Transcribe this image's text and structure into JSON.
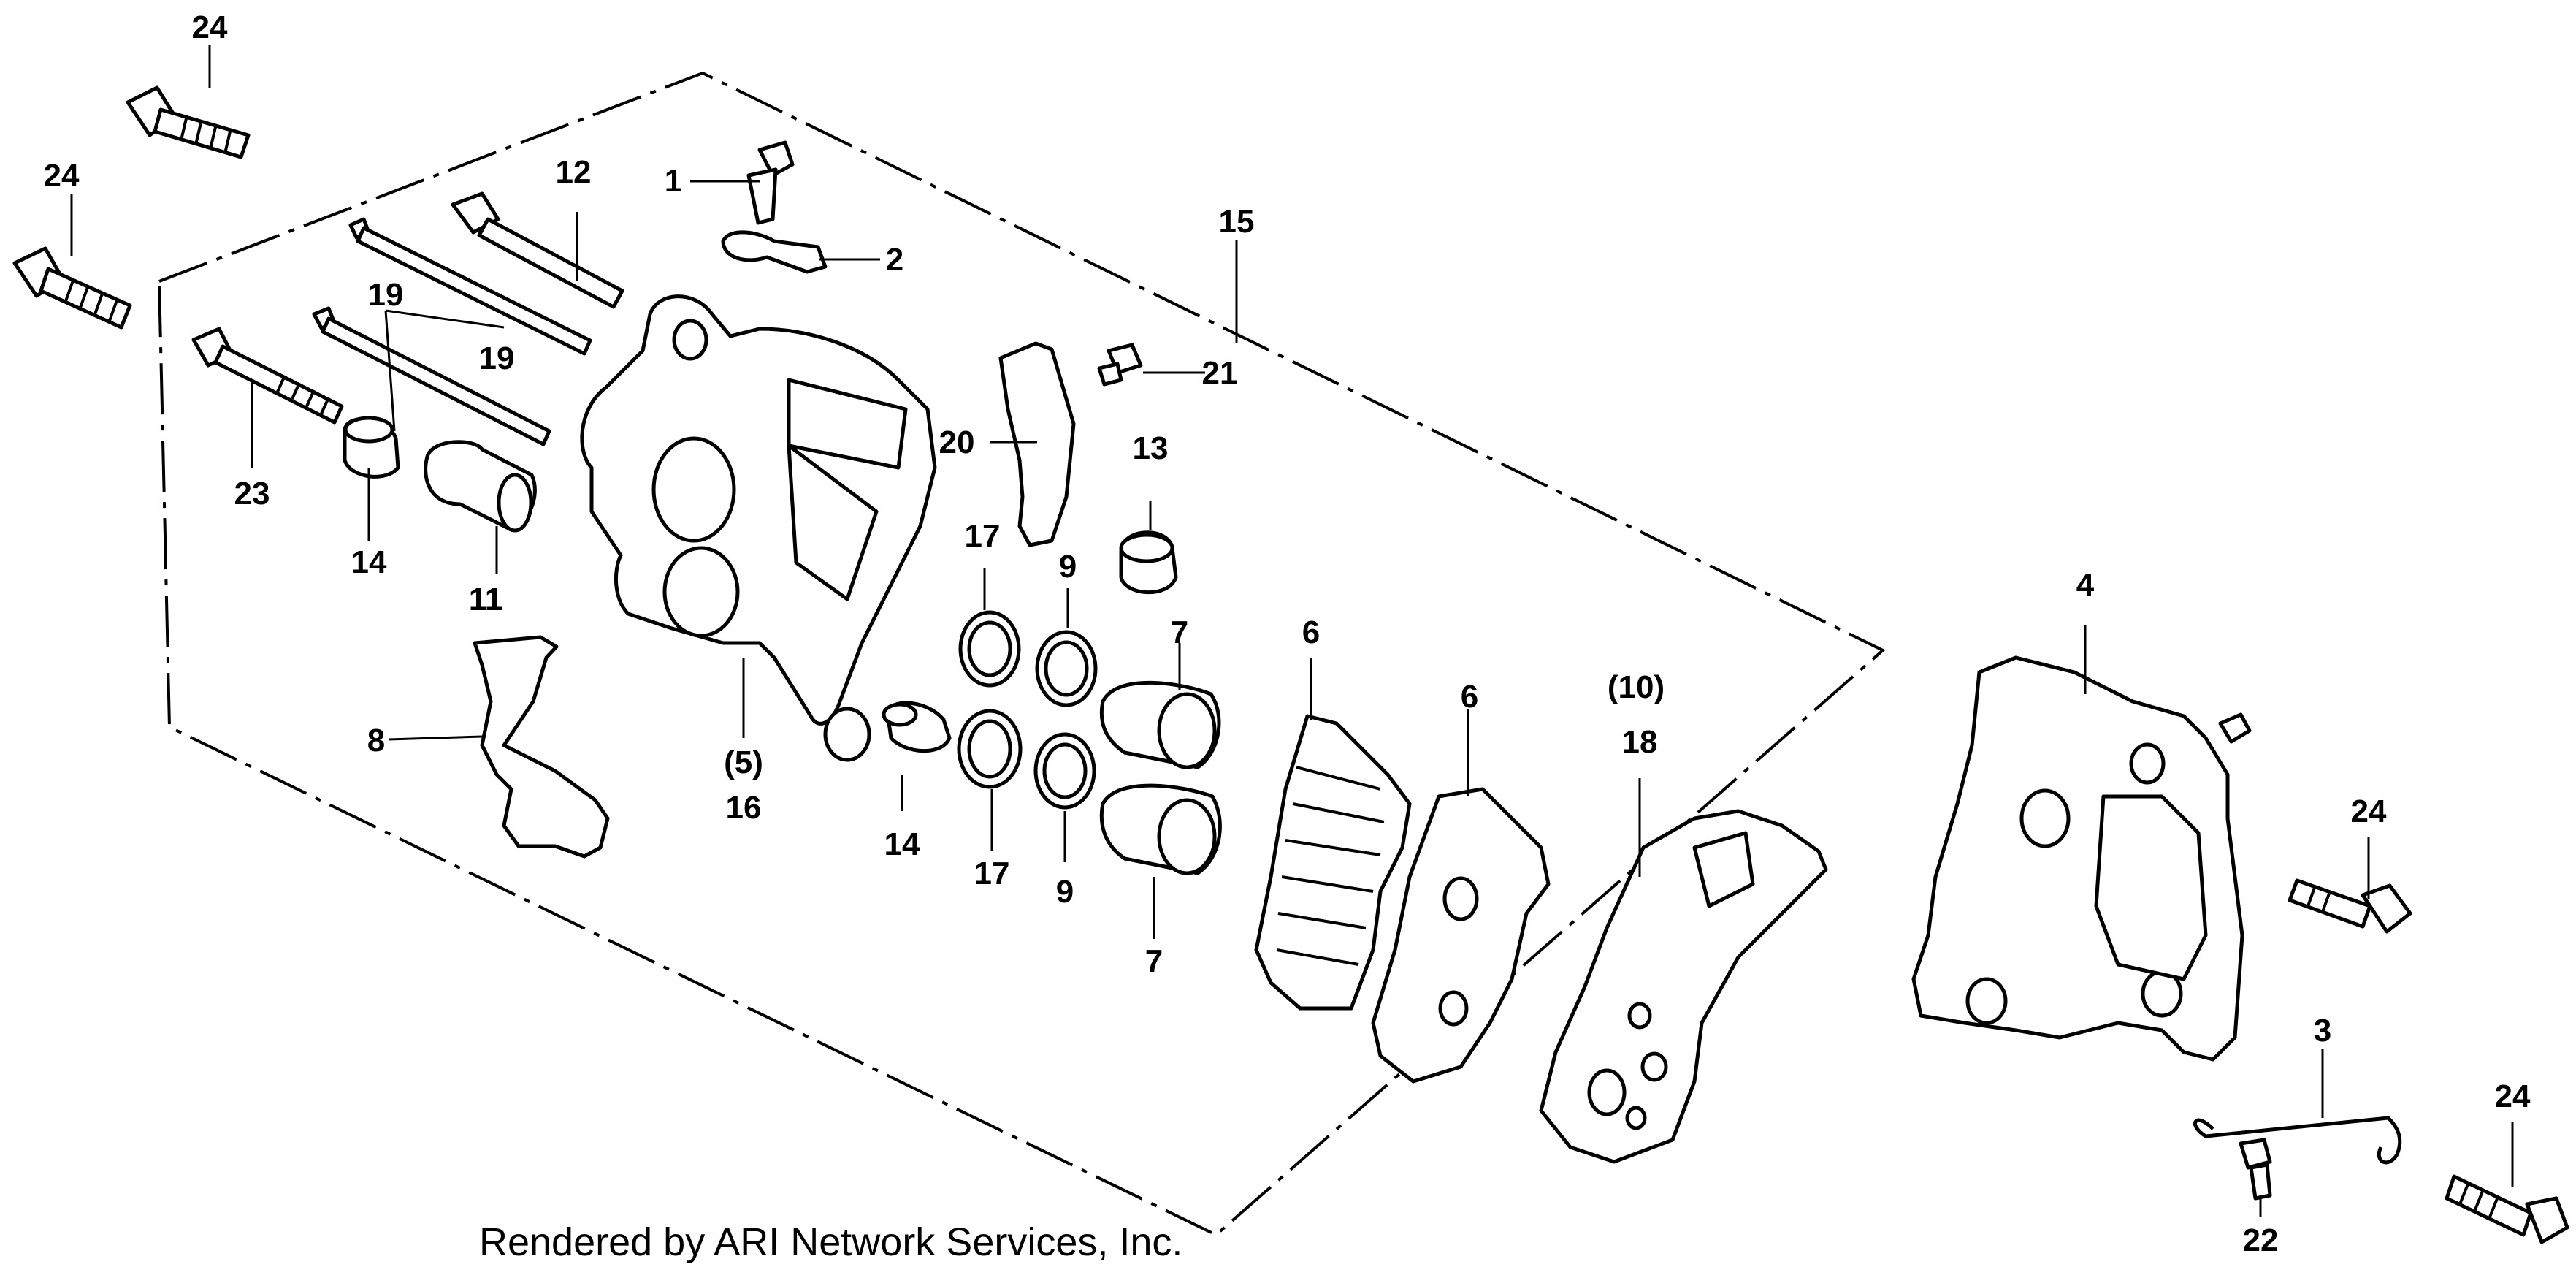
{
  "diagram": {
    "credit": "Rendered by ARI Network Services, Inc.",
    "callouts": {
      "c1": "1",
      "c2": "2",
      "c3": "3",
      "c4": "4",
      "c5": "(5)",
      "c6a": "6",
      "c6b": "6",
      "c7a": "7",
      "c7b": "7",
      "c8": "8",
      "c9a": "9",
      "c9b": "9",
      "c10": "(10)",
      "c11": "11",
      "c12": "12",
      "c13": "13",
      "c14a": "14",
      "c14b": "14",
      "c15": "15",
      "c16": "16",
      "c17a": "17",
      "c17b": "17",
      "c18": "18",
      "c19a": "19",
      "c19b": "19",
      "c20": "20",
      "c21": "21",
      "c22": "22",
      "c23": "23",
      "c24a": "24",
      "c24b": "24",
      "c24c": "24",
      "c24d": "24"
    }
  }
}
